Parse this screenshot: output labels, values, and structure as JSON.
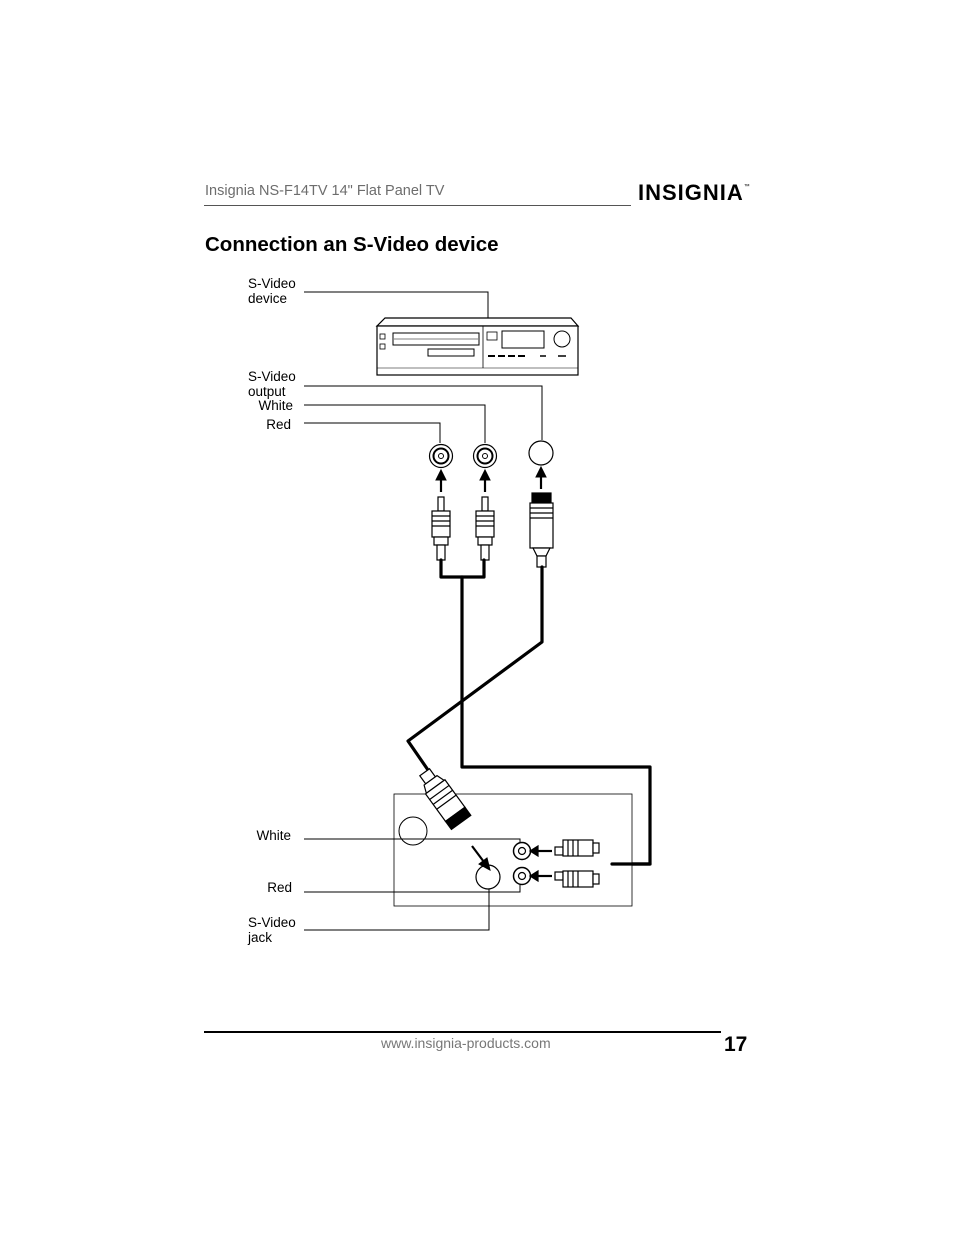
{
  "header": {
    "title": "Insignia NS-F14TV 14\" Flat Panel TV",
    "logo_text": "INSIGNIA",
    "logo_tm": "™"
  },
  "section": {
    "title": "Connection an S-Video device"
  },
  "diagram": {
    "labels": {
      "svideo_device": "S-Video\ndevice",
      "svideo_output": "S-Video\noutput",
      "white_top": "White",
      "red_top": "Red",
      "white_bottom": "White",
      "red_bottom": "Red",
      "svideo_jack": "S-Video\njack"
    }
  },
  "footer": {
    "url": "www.insignia-products.com",
    "page_number": "17"
  }
}
